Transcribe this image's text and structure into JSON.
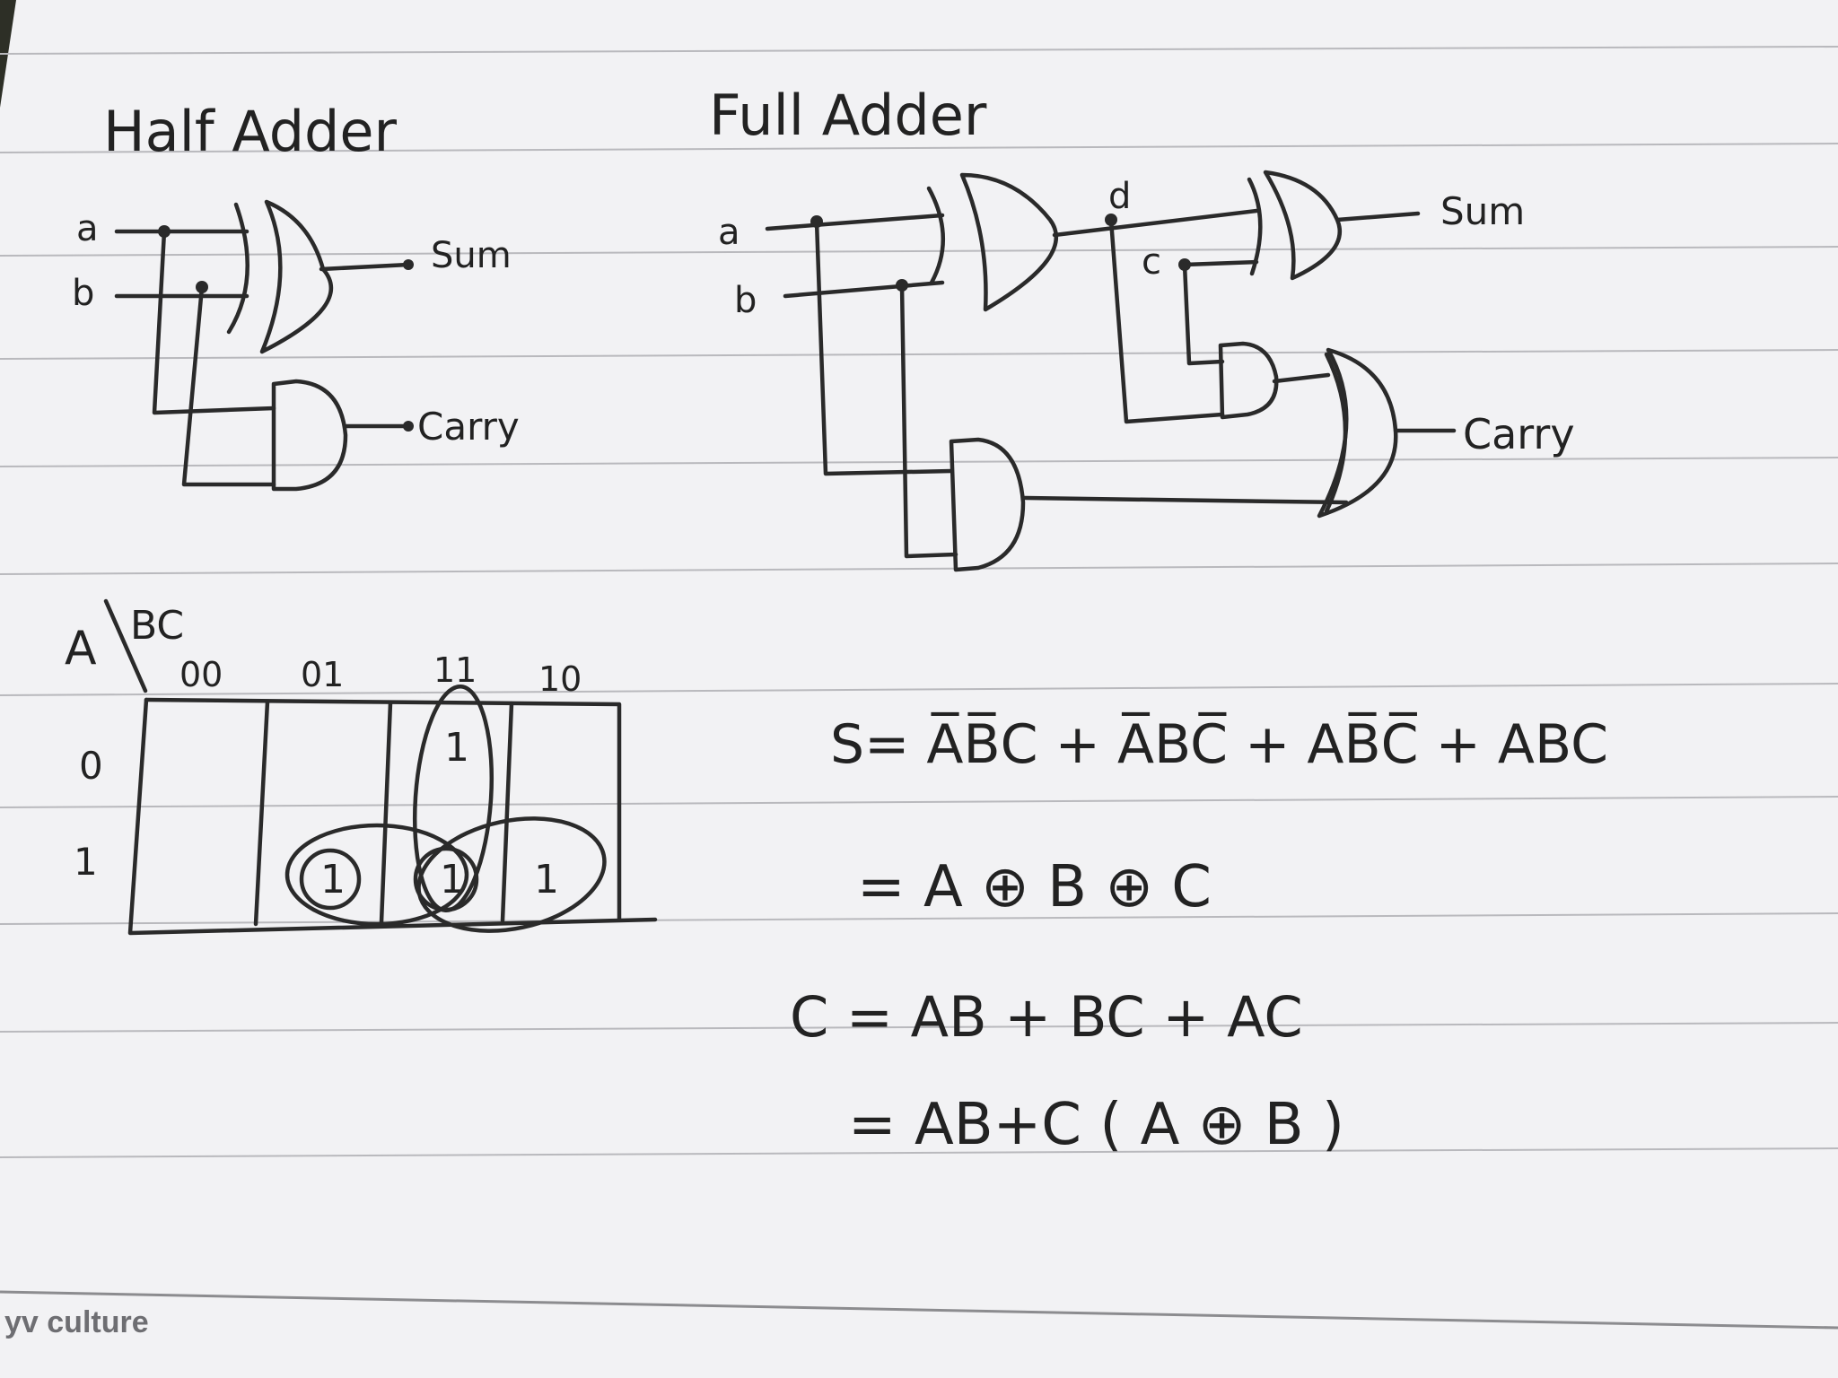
{
  "half_adder": {
    "title": "Half Adder",
    "input_a": "a",
    "input_b": "b",
    "output_sum": "Sum",
    "output_carry": "Carry"
  },
  "full_adder": {
    "title": "Full Adder",
    "input_a": "a",
    "input_b": "b",
    "node_d": "d",
    "input_c": "c",
    "output_sum": "Sum",
    "output_carry": "Carry"
  },
  "kmap": {
    "row_var": "A",
    "col_var": "BC",
    "col_headers": [
      "00",
      "01",
      "11",
      "10"
    ],
    "row_headers": [
      "0",
      "1"
    ],
    "cells": [
      [
        "",
        "",
        "1",
        ""
      ],
      [
        "",
        "1",
        "1",
        "1"
      ]
    ]
  },
  "equations": {
    "sum_line1": "S= A̅B̅C + A̅BC̅ + AB̅C̅ + ABC",
    "sum_line2": "= A ⊕ B ⊕ C",
    "carry_line1": "C = AB + BC + AC",
    "carry_line2": "= AB+C ( A ⊕ B )"
  },
  "footer": {
    "brand": "yv culture"
  }
}
